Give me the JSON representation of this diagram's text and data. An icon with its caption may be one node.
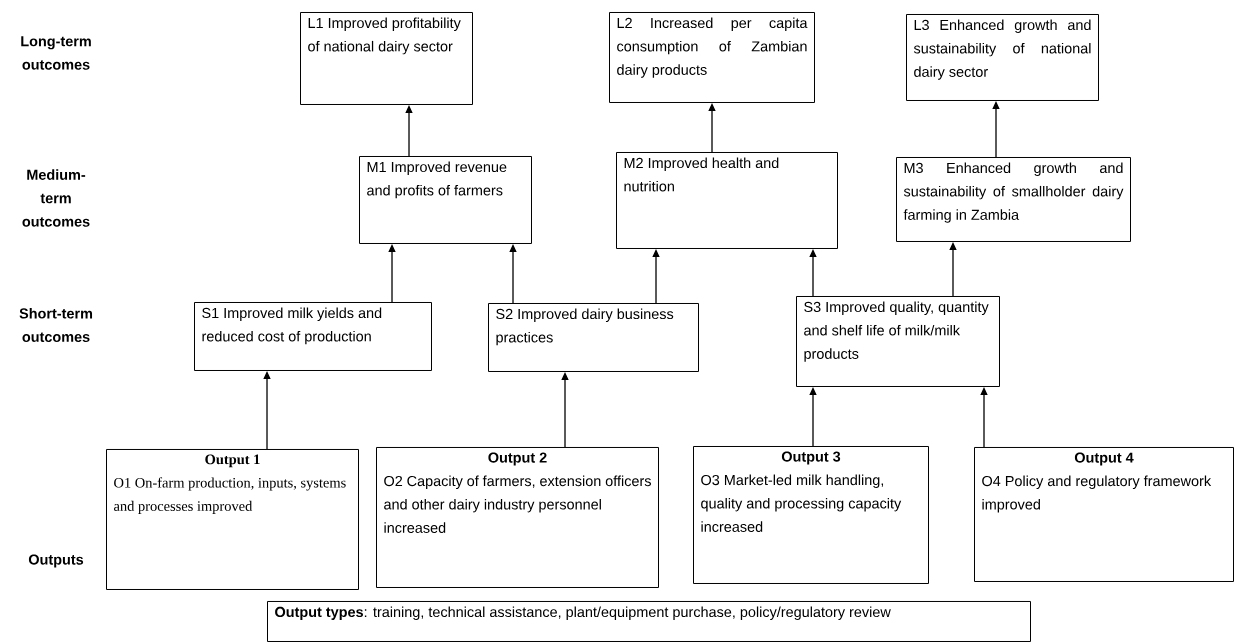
{
  "diagram": {
    "nodes": [
      {
        "text": [
          "L1 Improved profitability of national dairy sector"
        ]
      },
      {
        "text": [
          "L2 Increased per capita consumption of Zambian dairy products"
        ]
      },
      {
        "text": [
          "L3 Enhanced growth and sustainability of national dairy sector"
        ]
      },
      {
        "text": [
          "M1 Improved revenue and profits of farmers"
        ]
      },
      {
        "text": [
          "M2 Improved health and nutrition"
        ]
      },
      {
        "text": [
          "M3 Enhanced growth and sustainability of smallholder dairy farming in Zambia"
        ]
      },
      {
        "text": [
          "S1 Improved milk yields and reduced cost of production"
        ]
      },
      {
        "text": [
          "S2 Improved dairy business practices"
        ]
      },
      {
        "text": [
          "S3 Improved quality, quantity and shelf life of milk/milk products"
        ]
      },
      {
        "text": [
          "Output 1",
          "O1 On-farm production, inputs, systems and processes improved"
        ]
      },
      {
        "text": [
          "Output 2",
          "O2 Capacity of farmers, extension officers and other dairy industry personnel increased"
        ]
      },
      {
        "text": [
          "Output 3",
          "O3 Market-led milk handling, quality and processing capacity increased"
        ]
      },
      {
        "text": [
          "Output 4",
          "O4 Policy and regulatory framework improved"
        ]
      },
      {
        "text": [
          "**Output types**: training, technical assistance, plant/equipment purchase, policy/regulatory review"
        ]
      }
    ],
    "edges": [
      {
        "from": 3,
        "to": 0,
        "arrow": "to"
      },
      {
        "from": 4,
        "to": 1,
        "arrow": "to"
      },
      {
        "from": 5,
        "to": 2,
        "arrow": "to"
      },
      {
        "from": 6,
        "to": 3,
        "arrow": "to"
      },
      {
        "from": 7,
        "to": 3,
        "arrow": "to"
      },
      {
        "from": 7,
        "to": 4,
        "arrow": "to"
      },
      {
        "from": 8,
        "to": 4,
        "arrow": "to"
      },
      {
        "from": 8,
        "to": 5,
        "arrow": "to"
      },
      {
        "from": 9,
        "to": 6,
        "arrow": "to"
      },
      {
        "from": 10,
        "to": 7,
        "arrow": "to"
      },
      {
        "from": 11,
        "to": 8,
        "arrow": "to"
      },
      {
        "from": 12,
        "to": 8,
        "arrow": "to"
      }
    ],
    "labels": [
      "Long-term outcomes",
      "Medium-term outcomes",
      "Short-term outcomes",
      "Outputs"
    ]
  }
}
